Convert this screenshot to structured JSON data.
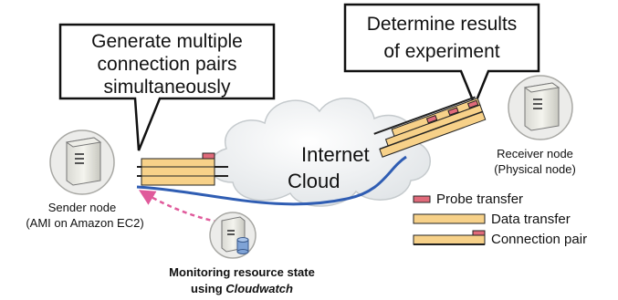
{
  "callouts": {
    "left": [
      "Generate multiple",
      "connection pairs",
      "simultaneously"
    ],
    "right": [
      "Determine results",
      "of experiment"
    ]
  },
  "cloud": {
    "line1": "Internet",
    "line2": "Cloud"
  },
  "nodes": {
    "sender": {
      "line1": "Sender node",
      "line2": "(AMI on Amazon EC2)"
    },
    "receiver": {
      "line1": "Receiver node",
      "line2": "(Physical node)"
    },
    "monitor": {
      "line1": "Monitoring resource state",
      "line2_prefix": "using ",
      "line2_emph": "Cloudwatch"
    }
  },
  "legend": {
    "probe": "Probe transfer",
    "data": "Data transfer",
    "pair": "Connection pair"
  },
  "colors": {
    "data_fill": "#f7d189",
    "probe_fill": "#e06a7a",
    "link_line": "#2f5db3",
    "monitor_arrow": "#e05a9b"
  },
  "icons": {
    "server": "server-tower-icon",
    "database": "database-cylinder-icon",
    "cloud": "cloud-shape"
  }
}
